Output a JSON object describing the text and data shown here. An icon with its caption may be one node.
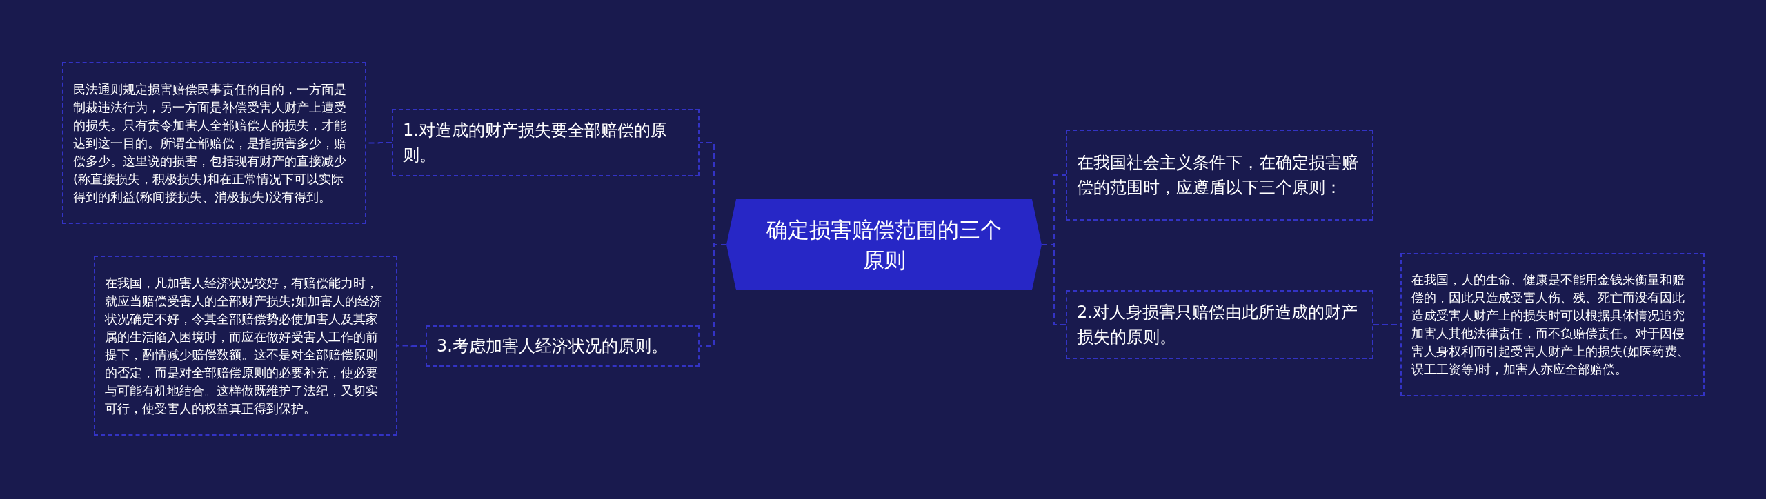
{
  "diagram": {
    "nodes": [
      {
        "text": [
          "确定损害赔偿范围的三个原则"
        ]
      },
      {
        "text": [
          "1.对造成的财产损失要全部赔偿的原则。"
        ]
      },
      {
        "text": [
          "民法通则规定损害赔偿民事责任的目的，一方面是制裁违法行为，另一方面是补偿受害人财产上遭受的损失。只有责令加害人全部赔偿人的损失，才能达到这一目的。所谓全部赔偿，是指损害多少，赔偿多少。这里说的损害，包括现有财产的直接减少(称直接损失，积极损失)和在正常情况下可以实际得到的利益(称间接损失、消极损失)没有得到。"
        ]
      },
      {
        "text": [
          "3.考虑加害人经济状况的原则。"
        ]
      },
      {
        "text": [
          "在我国，凡加害人经济状况较好，有赔偿能力时，就应当赔偿受害人的全部财产损失;如加害人的经济状况确定不好，令其全部赔偿势必使加害人及其家属的生活陷入困境时，而应在做好受害人工作的前提下，酌情减少赔偿数额。这不是对全部赔偿原则的否定，而是对全部赔偿原则的必要补充，使必要与可能有机地结合。这样做既维护了法纪，又切实可行，使受害人的权益真正得到保护。"
        ]
      },
      {
        "text": [
          "在我国社会主义条件下，在确定损害赔偿的范围时，应遵盾以下三个原则："
        ]
      },
      {
        "text": [
          "2.对人身损害只赔偿由此所造成的财产损失的原则。"
        ]
      },
      {
        "text": [
          "在我国，人的生命、健康是不能用金钱来衡量和赔偿的，因此只造成受害人伤、残、死亡而没有因此造成受害人财产上的损失时可以根据具体情况追究加害人其他法律责任，而不负赔偿责任。对于因侵害人身权利而引起受害人财产上的损失(如医药费、误工工资等)时，加害人亦应全部赔偿。"
        ]
      }
    ],
    "edges": [
      {
        "from": 0,
        "to": 1,
        "arrow": "none"
      },
      {
        "from": 0,
        "to": 3,
        "arrow": "none"
      },
      {
        "from": 0,
        "to": 5,
        "arrow": "none"
      },
      {
        "from": 0,
        "to": 6,
        "arrow": "none"
      },
      {
        "from": 1,
        "to": 2,
        "arrow": "none"
      },
      {
        "from": 3,
        "to": 4,
        "arrow": "none"
      },
      {
        "from": 6,
        "to": 7,
        "arrow": "none"
      }
    ]
  }
}
